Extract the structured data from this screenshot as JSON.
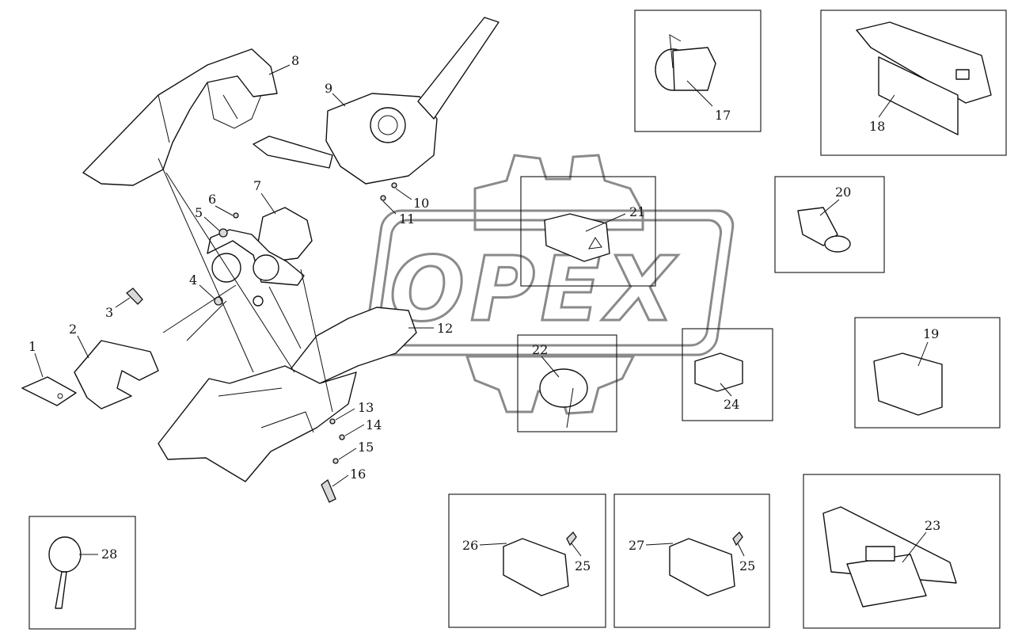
{
  "watermark": {
    "text": "OPEX"
  },
  "callouts": [
    {
      "id": "1",
      "label": "1"
    },
    {
      "id": "2",
      "label": "2"
    },
    {
      "id": "3",
      "label": "3"
    },
    {
      "id": "4",
      "label": "4"
    },
    {
      "id": "5",
      "label": "5"
    },
    {
      "id": "6",
      "label": "6"
    },
    {
      "id": "7",
      "label": "7"
    },
    {
      "id": "8",
      "label": "8"
    },
    {
      "id": "9",
      "label": "9"
    },
    {
      "id": "10",
      "label": "10"
    },
    {
      "id": "11",
      "label": "11"
    },
    {
      "id": "12",
      "label": "12"
    },
    {
      "id": "13",
      "label": "13"
    },
    {
      "id": "14",
      "label": "14"
    },
    {
      "id": "15",
      "label": "15"
    },
    {
      "id": "16",
      "label": "16"
    },
    {
      "id": "17",
      "label": "17"
    },
    {
      "id": "18",
      "label": "18"
    },
    {
      "id": "19",
      "label": "19"
    },
    {
      "id": "20",
      "label": "20"
    },
    {
      "id": "21",
      "label": "21"
    },
    {
      "id": "22",
      "label": "22"
    },
    {
      "id": "23",
      "label": "23"
    },
    {
      "id": "24",
      "label": "24"
    },
    {
      "id": "25a",
      "label": "25"
    },
    {
      "id": "25b",
      "label": "25"
    },
    {
      "id": "26",
      "label": "26"
    },
    {
      "id": "27",
      "label": "27"
    },
    {
      "id": "28",
      "label": "28"
    }
  ]
}
